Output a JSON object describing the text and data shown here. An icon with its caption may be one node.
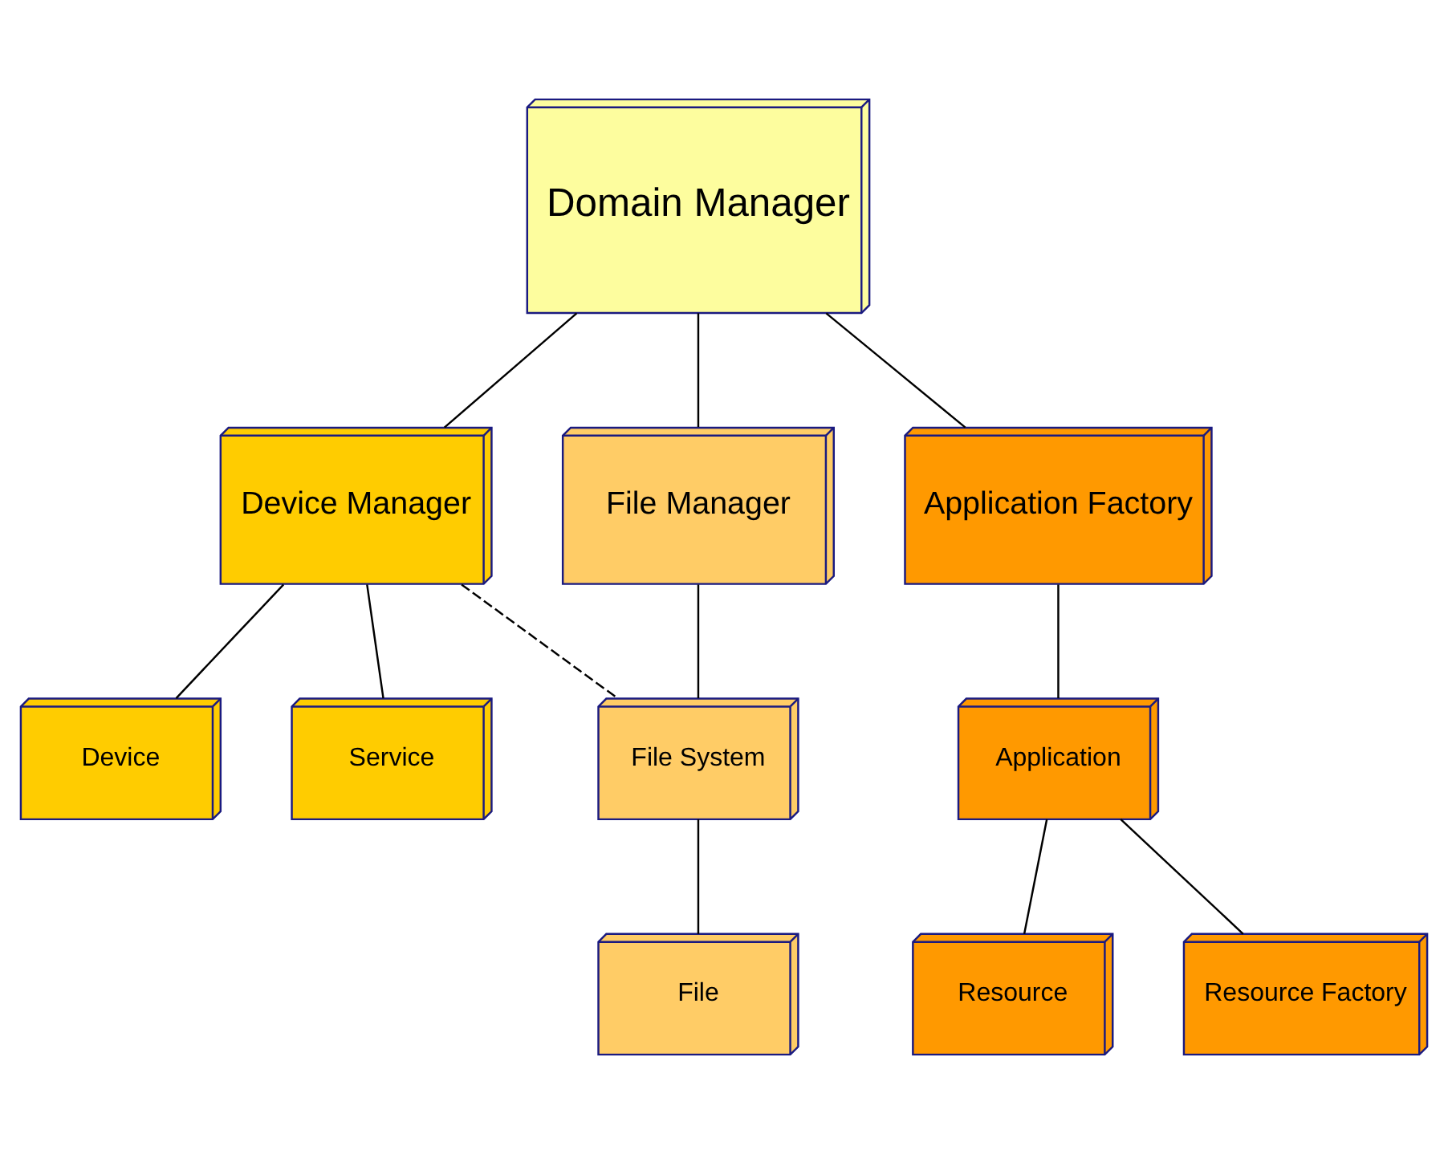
{
  "diagram": {
    "nodes": [
      {
        "text": [
          "Domain Manager"
        ]
      },
      {
        "text": [
          "Device Manager"
        ]
      },
      {
        "text": [
          "File Manager"
        ]
      },
      {
        "text": [
          "Application Factory"
        ]
      },
      {
        "text": [
          "Device"
        ]
      },
      {
        "text": [
          "Service"
        ]
      },
      {
        "text": [
          "File System"
        ]
      },
      {
        "text": [
          "Application"
        ]
      },
      {
        "text": [
          "File"
        ]
      },
      {
        "text": [
          "Resource"
        ]
      },
      {
        "text": [
          "Resource Factory"
        ]
      }
    ],
    "edges": [
      {
        "from": 0,
        "to": 1,
        "arrow": "none"
      },
      {
        "from": 0,
        "to": 2,
        "arrow": "none"
      },
      {
        "from": 0,
        "to": 3,
        "arrow": "none"
      },
      {
        "from": 1,
        "to": 4,
        "arrow": "none"
      },
      {
        "from": 1,
        "to": 5,
        "arrow": "none"
      },
      {
        "from": 1,
        "to": 6,
        "arrow": "none",
        "style": "dashed"
      },
      {
        "from": 2,
        "to": 6,
        "arrow": "none"
      },
      {
        "from": 3,
        "to": 7,
        "arrow": "none"
      },
      {
        "from": 6,
        "to": 8,
        "arrow": "none"
      },
      {
        "from": 7,
        "to": 9,
        "arrow": "none"
      },
      {
        "from": 7,
        "to": 10,
        "arrow": "none"
      }
    ]
  }
}
